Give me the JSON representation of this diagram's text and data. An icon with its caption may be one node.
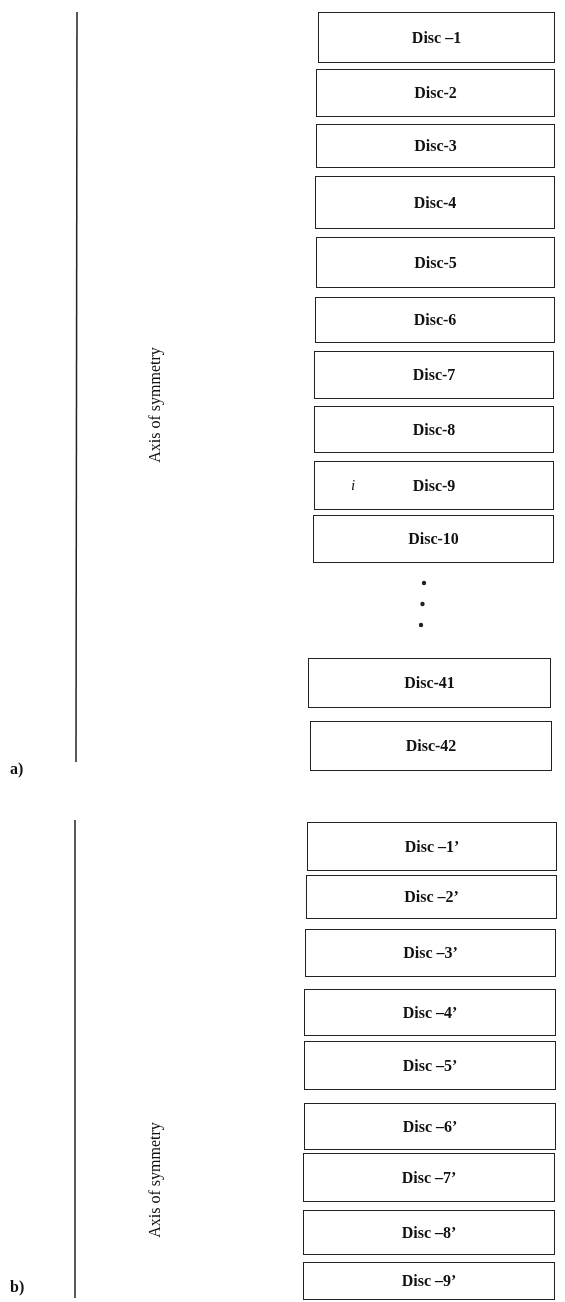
{
  "diagram": {
    "nodes": [
      {
        "text": [
          "Disc –1"
        ]
      },
      {
        "text": [
          "Disc-2"
        ]
      },
      {
        "text": [
          "Disc-3"
        ]
      },
      {
        "text": [
          "Disc-4"
        ]
      },
      {
        "text": [
          "Disc-5"
        ]
      },
      {
        "text": [
          "Disc-6"
        ]
      },
      {
        "text": [
          "Disc-7"
        ]
      },
      {
        "text": [
          "Disc-8"
        ]
      },
      {
        "text": [
          "i",
          "Disc-9"
        ]
      },
      {
        "text": [
          "Disc-10"
        ]
      },
      {
        "text": [
          "Disc-41"
        ]
      },
      {
        "text": [
          "Disc-42"
        ]
      },
      {
        "text": [
          "Disc –1’"
        ]
      },
      {
        "text": [
          "Disc –2’"
        ]
      },
      {
        "text": [
          "Disc –3’"
        ]
      },
      {
        "text": [
          "Disc –4’"
        ]
      },
      {
        "text": [
          "Disc –5’"
        ]
      },
      {
        "text": [
          "Disc –6’"
        ]
      },
      {
        "text": [
          "Disc –7’"
        ]
      },
      {
        "text": [
          "Disc –8’"
        ]
      },
      {
        "text": [
          "Disc –9’"
        ]
      }
    ],
    "edges": [],
    "labels": [
      "Axis of symmetry",
      "a)",
      "Axis of symmetry",
      "b)"
    ]
  }
}
